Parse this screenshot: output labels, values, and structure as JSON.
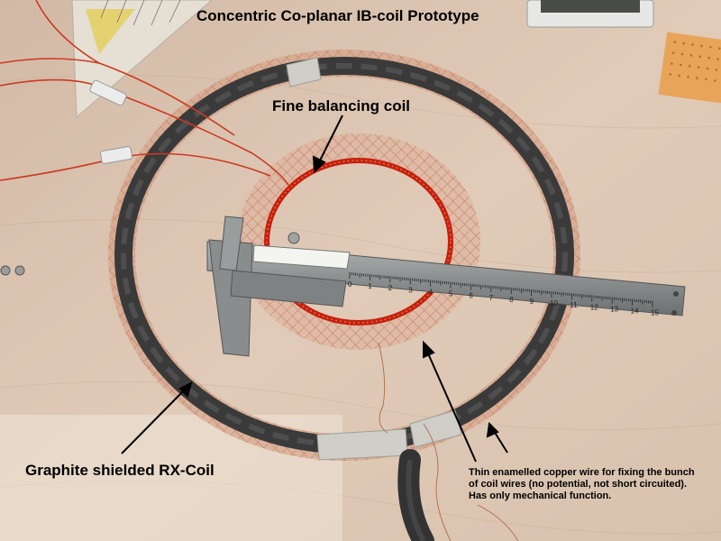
{
  "title": "Concentric Co-planar IB-coil Prototype",
  "labels": {
    "fine_balancing": "Fine balancing coil",
    "rx_coil": "Graphite shielded RX-Coil",
    "note_lines": [
      "Thin enamelled copper wire for fixing the bunch",
      "of coil wires (no potential, not short circuited).",
      "Has only mechanical function."
    ]
  },
  "caliper_scale": [
    "0",
    "1",
    "2",
    "3",
    "4",
    "5",
    "6",
    "7",
    "8",
    "9",
    "10",
    "11",
    "12",
    "13",
    "14",
    "15"
  ],
  "colors": {
    "table": "#dcc6b3",
    "rx_coil": "#3a3a3a",
    "copper_mesh": "#c9876a",
    "balancing_coil": "#c4200c",
    "steel": "#8f9293",
    "tape": "#cfcfc8"
  }
}
